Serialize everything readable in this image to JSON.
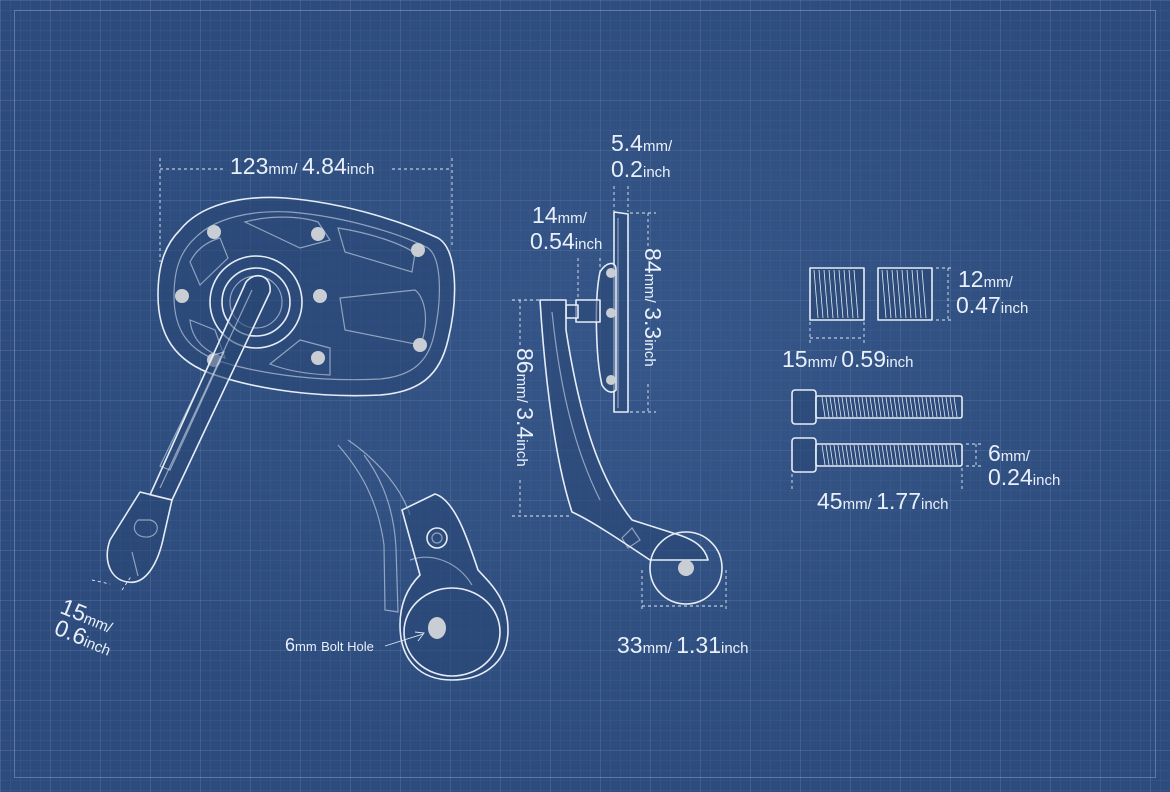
{
  "labels": {
    "front_width": {
      "value": "123",
      "unit": "mm",
      "sep": "/",
      "imperial": "4.84",
      "imperial_unit": "inch"
    },
    "front_arm": {
      "value": "15",
      "unit": "mm",
      "sep": "/",
      "imperial": "0.6",
      "imperial_unit": "inch"
    },
    "bolt_hole": {
      "value": "6",
      "unit": "mm",
      "text": "Bolt Hole"
    },
    "side_plate": {
      "value": "5.4",
      "unit": "mm",
      "sep": "/",
      "imperial": "0.2",
      "imperial_unit": "inch"
    },
    "side_mount": {
      "value": "14",
      "unit": "mm",
      "sep": "/",
      "imperial": "0.54",
      "imperial_unit": "inch"
    },
    "side_mirror_height": {
      "value": "84",
      "unit": "mm",
      "sep": "/",
      "imperial": "3.3",
      "imperial_unit": "inch"
    },
    "side_arm_height": {
      "value": "86",
      "unit": "mm",
      "sep": "/",
      "imperial": "3.4",
      "imperial_unit": "inch"
    },
    "clamp_width": {
      "value": "33",
      "unit": "mm",
      "sep": "/",
      "imperial": "1.31",
      "imperial_unit": "inch"
    },
    "insert_height": {
      "value": "12",
      "unit": "mm",
      "sep": "/",
      "imperial": "0.47",
      "imperial_unit": "inch"
    },
    "insert_length": {
      "value": "15",
      "unit": "mm",
      "sep": "/",
      "imperial": "0.59",
      "imperial_unit": "inch"
    },
    "bolt_diameter": {
      "value": "6",
      "unit": "mm",
      "sep": "/",
      "imperial": "0.24",
      "imperial_unit": "inch"
    },
    "bolt_length": {
      "value": "45",
      "unit": "mm",
      "sep": "/",
      "imperial": "1.77",
      "imperial_unit": "inch"
    }
  },
  "colors": {
    "background": "#2d4c7d",
    "line": "#e6edf7",
    "dot": "#c9cdd4"
  }
}
